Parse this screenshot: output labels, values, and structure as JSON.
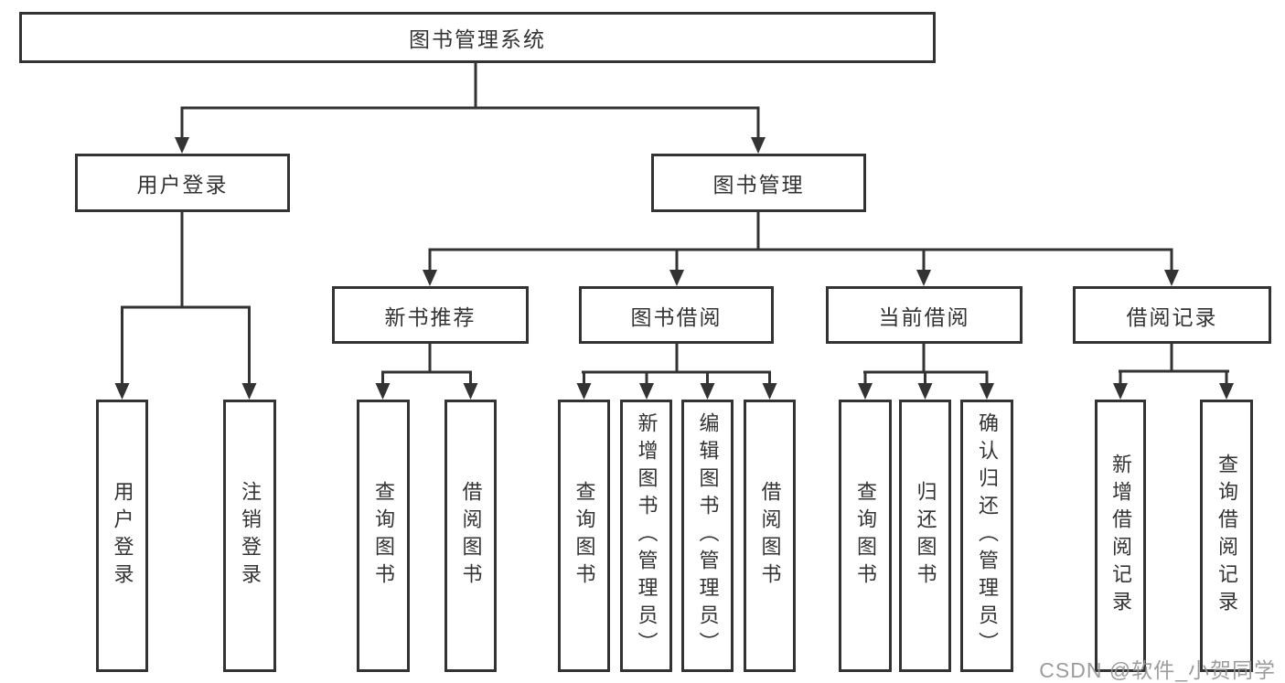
{
  "tree": {
    "root": {
      "label": "图书管理系统"
    },
    "children": [
      {
        "label": "用户登录",
        "children": [
          {
            "label": "用户登录"
          },
          {
            "label": "注销登录"
          }
        ]
      },
      {
        "label": "图书管理",
        "children": [
          {
            "label": "新书推荐",
            "children": [
              {
                "label": "查询图书"
              },
              {
                "label": "借阅图书"
              }
            ]
          },
          {
            "label": "图书借阅",
            "children": [
              {
                "label": "查询图书"
              },
              {
                "label": "新增图书（管理员）"
              },
              {
                "label": "编辑图书（管理员）"
              },
              {
                "label": "借阅图书"
              }
            ]
          },
          {
            "label": "当前借阅",
            "children": [
              {
                "label": "查询图书"
              },
              {
                "label": "归还图书"
              },
              {
                "label": "确认归还（管理员）"
              }
            ]
          },
          {
            "label": "借阅记录",
            "children": [
              {
                "label": "新增借阅记录"
              },
              {
                "label": "查询借阅记录"
              }
            ]
          }
        ]
      }
    ]
  },
  "watermark": {
    "text": "CSDN @软件_小贺同学"
  },
  "colors": {
    "line": "#333333",
    "box_border": "#333333",
    "text": "#333333",
    "background": "#ffffff",
    "watermark": "#949494"
  }
}
